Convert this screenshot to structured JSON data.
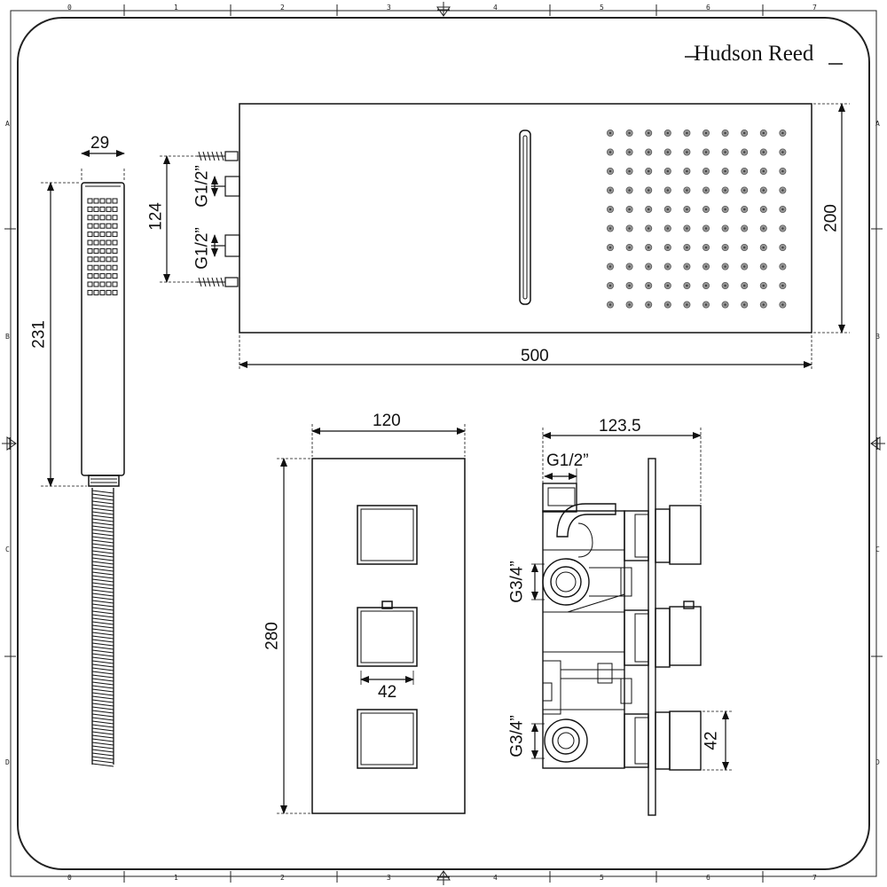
{
  "title_block": {
    "brand": "Hudson Reed"
  },
  "ruler": {
    "columns": [
      "0",
      "1",
      "2",
      "3",
      "4",
      "5",
      "6",
      "7"
    ],
    "rows": [
      "A",
      "B",
      "C",
      "D"
    ]
  },
  "hand_shower": {
    "width": "29",
    "height": "231"
  },
  "shower_head": {
    "width": "500",
    "height": "200",
    "inlet_spacing": "124",
    "inlet_top": "G1/2”",
    "inlet_bottom": "G1/2”"
  },
  "valve_plate": {
    "width": "120",
    "height": "280",
    "handle_size": "42"
  },
  "valve_side": {
    "depth": "123.5",
    "top_connection": "G1/2”",
    "connection_upper": "G3/4”",
    "connection_lower": "G3/4”",
    "handle_size": "42"
  }
}
